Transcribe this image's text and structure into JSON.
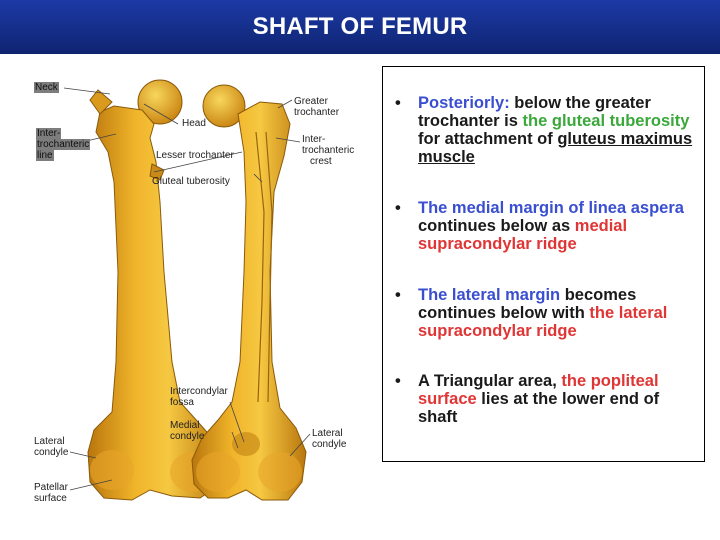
{
  "title": "SHAFT OF FEMUR",
  "figure_labels": {
    "neck": "Neck",
    "inter": "Inter-",
    "trochanteric_a": "trochanteric",
    "line": "line",
    "head": "Head",
    "lesser_trochanter": "Lesser trochanter",
    "gluteal_tuberosity": "Gluteal tuberosity",
    "greater": "Greater",
    "trochanter": "trochanter",
    "inter_b": "Inter-",
    "trochanteric_b": "trochanteric",
    "crest": "crest",
    "intercondylar": "Intercondylar",
    "fossa": "fossa",
    "medial": "Medial",
    "condyle_medial": "condyle",
    "lateral_right": "Lateral",
    "condyle_right": "condyle",
    "lateral_left": "Lateral",
    "condyle_left": "condyle",
    "patellar": "Patellar",
    "surface": "surface"
  },
  "bullets": {
    "b1": {
      "part1": "Posteriorly:",
      "part2": " below the greater trochanter is ",
      "part3": "the gluteal tuberosity",
      "part4": " for attachment of ",
      "part5": "gluteus maximus muscle"
    },
    "b2": {
      "part1": "The medial margin of linea aspera",
      "part2": " continues below as ",
      "part3": "medial supracondylar ridge"
    },
    "b3": {
      "part1": "The lateral margin",
      "part2": " becomes continues below with ",
      "part3": "the",
      "part4": " ",
      "part5": "lateral supracondylar ridge"
    },
    "b4": {
      "part1": "A Triangular area, ",
      "part2": "the popliteal surface",
      "part3": " lies at the lower end of shaft"
    },
    "dot": "•"
  },
  "colors": {
    "title_bg": "#142d86",
    "bone": "#e8a922",
    "bone_dark": "#b9760d",
    "highlight_blue": "#3a4fd0",
    "highlight_red": "#e03535",
    "highlight_green": "#3aa83a"
  }
}
